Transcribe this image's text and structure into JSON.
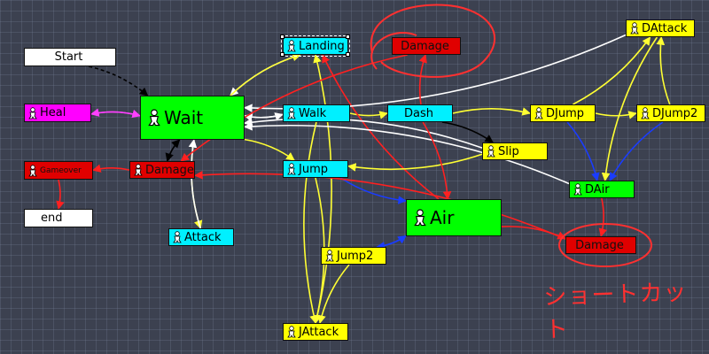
{
  "colors": {
    "background": "#3c4150",
    "cyan": "#00f0ff",
    "yellow": "#ffff00",
    "green": "#00ff00",
    "red": "#e00000",
    "magenta": "#ff00ff",
    "white": "#ffffff",
    "edge_yellow": "#ffff33",
    "edge_white": "#ffffff",
    "edge_red": "#ff2020",
    "edge_blue": "#1a3cff",
    "edge_magenta": "#ff40ff",
    "edge_black": "#000000",
    "annotation": "#ff3030"
  },
  "nodes": {
    "start": {
      "label": "Start",
      "color": "white",
      "icon": "none"
    },
    "end": {
      "label": "end",
      "color": "white",
      "icon": "none"
    },
    "heal": {
      "label": "Heal",
      "color": "magenta",
      "icon": "character-icon"
    },
    "gameover": {
      "label": "Gameover",
      "color": "red",
      "icon": "character-icon"
    },
    "wait": {
      "label": "Wait",
      "color": "green",
      "icon": "character-icon"
    },
    "damage1": {
      "label": "Damage",
      "color": "red",
      "icon": "character-icon"
    },
    "landing": {
      "label": "Landing",
      "color": "cyan",
      "icon": "character-icon"
    },
    "damage2": {
      "label": "Damage",
      "color": "red",
      "icon": "none"
    },
    "walk": {
      "label": "Walk",
      "color": "cyan",
      "icon": "character-icon"
    },
    "dash": {
      "label": "Dash",
      "color": "cyan",
      "icon": "none"
    },
    "jump": {
      "label": "Jump",
      "color": "cyan",
      "icon": "character-icon"
    },
    "attack": {
      "label": "Attack",
      "color": "cyan",
      "icon": "character-icon"
    },
    "slip": {
      "label": "Slip",
      "color": "yellow",
      "icon": "character-icon"
    },
    "air": {
      "label": "Air",
      "color": "green",
      "icon": "character-icon"
    },
    "jump2": {
      "label": "Jump2",
      "color": "yellow",
      "icon": "character-icon"
    },
    "jattack": {
      "label": "JAttack",
      "color": "yellow",
      "icon": "character-icon"
    },
    "djump": {
      "label": "DJump",
      "color": "yellow",
      "icon": "character-icon"
    },
    "djump2": {
      "label": "DJump2",
      "color": "yellow",
      "icon": "character-icon"
    },
    "dattack": {
      "label": "DAttack",
      "color": "yellow",
      "icon": "character-icon"
    },
    "dair": {
      "label": "DAir",
      "color": "green",
      "icon": "character-icon"
    },
    "damage3": {
      "label": "Damage",
      "color": "red",
      "icon": "none"
    }
  },
  "edges": [
    {
      "from": "start",
      "to": "wait",
      "color": "edge_black",
      "style": "dashed"
    },
    {
      "from": "wait",
      "to": "heal",
      "color": "edge_magenta"
    },
    {
      "from": "heal",
      "to": "wait",
      "color": "edge_magenta"
    },
    {
      "from": "damage1",
      "to": "gameover",
      "color": "edge_red"
    },
    {
      "from": "gameover",
      "to": "end",
      "color": "edge_red"
    },
    {
      "from": "wait",
      "to": "damage1",
      "color": "edge_black"
    },
    {
      "from": "damage1",
      "to": "wait",
      "color": "edge_black"
    },
    {
      "from": "wait",
      "to": "walk",
      "color": "edge_white"
    },
    {
      "from": "walk",
      "to": "wait",
      "color": "edge_white"
    },
    {
      "from": "walk",
      "to": "dash",
      "color": "edge_yellow"
    },
    {
      "from": "dash",
      "to": "djump",
      "color": "edge_yellow"
    },
    {
      "from": "djump",
      "to": "djump2",
      "color": "edge_yellow"
    },
    {
      "from": "wait",
      "to": "jump",
      "color": "edge_yellow"
    },
    {
      "from": "wait",
      "to": "attack",
      "color": "edge_yellow"
    },
    {
      "from": "attack",
      "to": "wait",
      "color": "edge_white"
    },
    {
      "from": "landing",
      "to": "wait",
      "color": "edge_white"
    },
    {
      "from": "wait",
      "to": "landing",
      "color": "edge_yellow"
    },
    {
      "from": "jump",
      "to": "air",
      "color": "edge_blue"
    },
    {
      "from": "air",
      "to": "jump2",
      "color": "edge_blue"
    },
    {
      "from": "jump2",
      "to": "air",
      "color": "edge_blue"
    },
    {
      "from": "air",
      "to": "landing",
      "color": "edge_red"
    },
    {
      "from": "jattack",
      "to": "landing",
      "color": "edge_yellow"
    },
    {
      "from": "jump",
      "to": "jattack",
      "color": "edge_yellow"
    },
    {
      "from": "jump2",
      "to": "jattack",
      "color": "edge_yellow"
    },
    {
      "from": "dash",
      "to": "slip",
      "color": "edge_black"
    },
    {
      "from": "slip",
      "to": "wait",
      "color": "edge_white"
    },
    {
      "from": "dattack",
      "to": "wait",
      "color": "edge_white"
    },
    {
      "from": "dair",
      "to": "wait",
      "color": "edge_white"
    },
    {
      "from": "djump",
      "to": "dair",
      "color": "edge_blue"
    },
    {
      "from": "djump2",
      "to": "dair",
      "color": "edge_blue"
    },
    {
      "from": "dair",
      "to": "damage3",
      "color": "edge_red"
    },
    {
      "from": "damage3",
      "to": "damage1",
      "color": "edge_red"
    },
    {
      "from": "dash",
      "to": "damage2",
      "color": "edge_red"
    },
    {
      "from": "djump",
      "to": "dattack",
      "color": "edge_yellow"
    },
    {
      "from": "djump2",
      "to": "dattack",
      "color": "edge_yellow"
    },
    {
      "from": "dattack",
      "to": "dair",
      "color": "edge_yellow"
    },
    {
      "from": "slip",
      "to": "jump",
      "color": "edge_yellow"
    },
    {
      "from": "walk",
      "to": "jattack",
      "color": "edge_yellow"
    },
    {
      "from": "dash",
      "to": "air",
      "color": "edge_red"
    },
    {
      "from": "damage2",
      "to": "damage1",
      "color": "edge_red"
    },
    {
      "from": "air",
      "to": "damage3",
      "color": "edge_red"
    }
  ],
  "annotation": {
    "text": "ショートカット",
    "color": "annotation"
  }
}
